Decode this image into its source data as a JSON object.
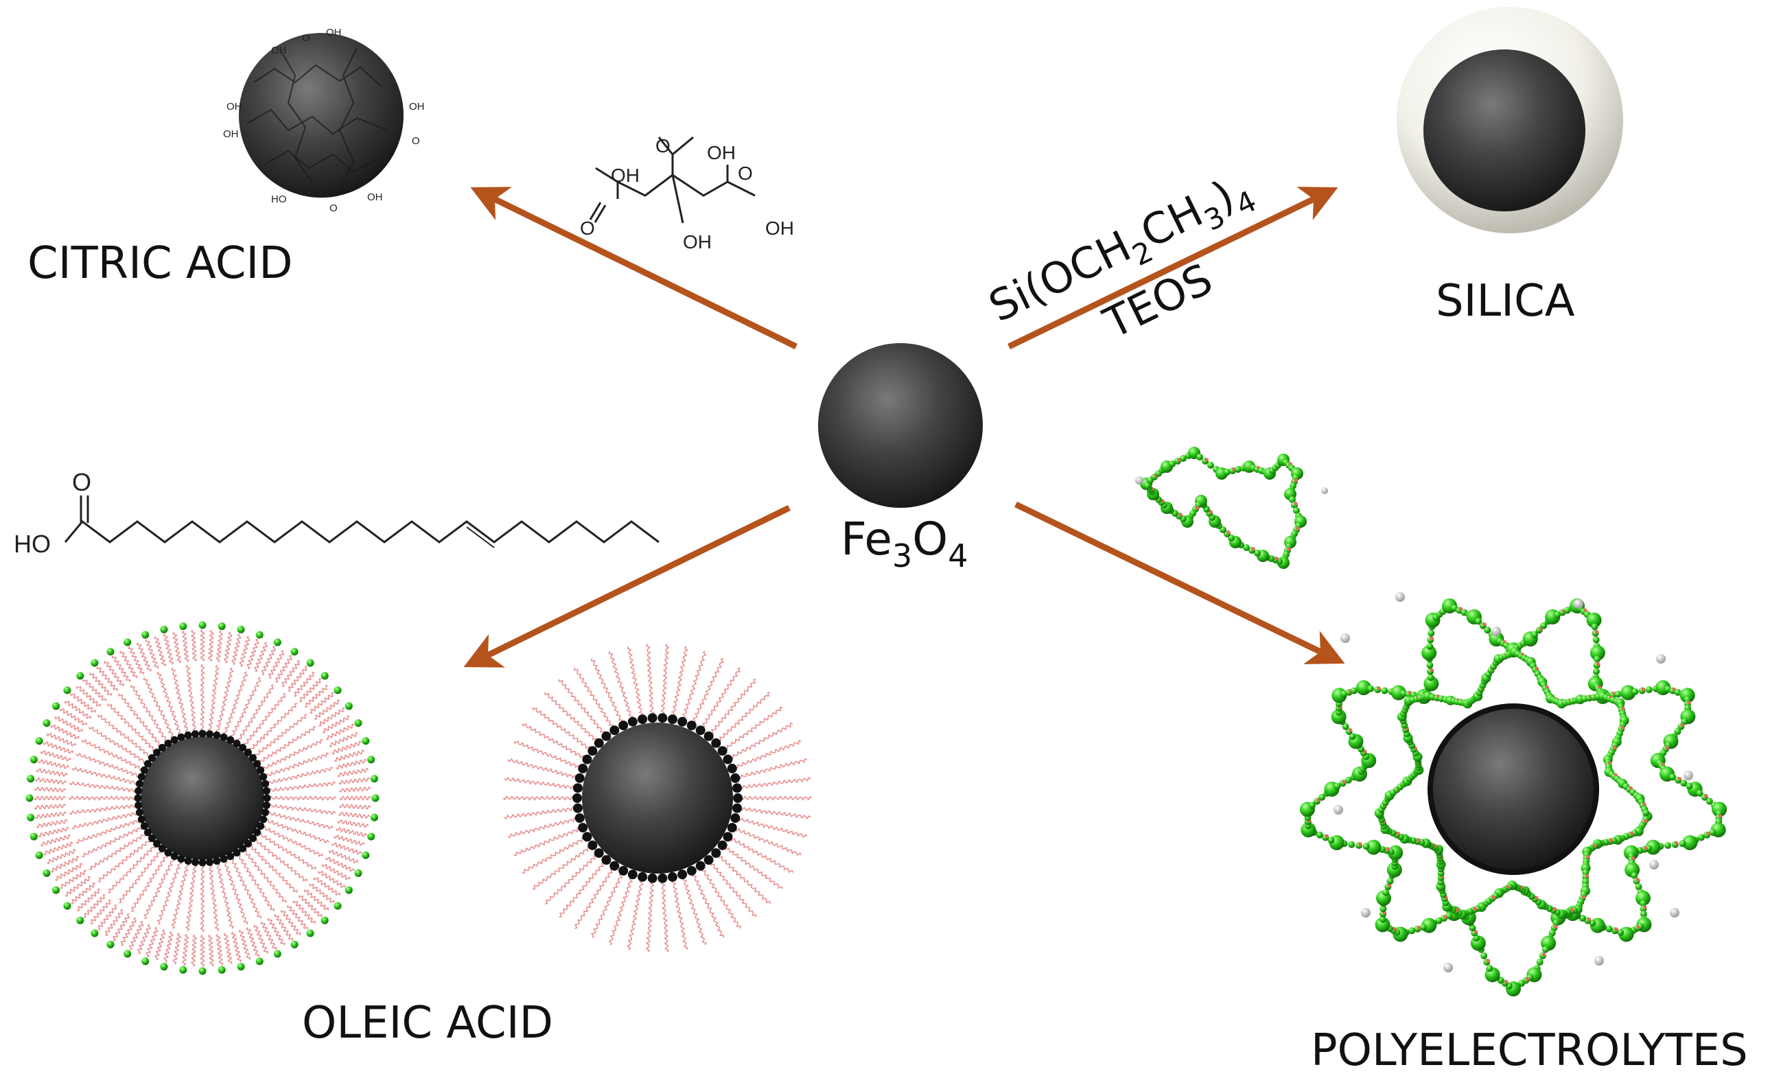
{
  "center": {
    "formula": "Fe",
    "sub1": "3",
    "mid": "O",
    "sub2": "4"
  },
  "labels": {
    "citric_acid": "CITRIC ACID",
    "silica": "SILICA",
    "oleic_acid": "OLEIC ACID",
    "polyelectrolytes": "POLYELECTROLYTES"
  },
  "teos": {
    "formula_a": "Si(OCH",
    "sub_a": "2",
    "formula_b": "CH",
    "sub_b": "3",
    "formula_c": ")",
    "sub_c": "4",
    "name": "TEOS"
  },
  "citric_structure": {
    "oh1": "OH",
    "oh2": "OH",
    "oh3": "OH",
    "oh4": "OH",
    "o1": "O",
    "o2": "O",
    "o3": "O"
  },
  "oleic_structure": {
    "ho": "HO",
    "o": "O"
  },
  "colors": {
    "arrow": "#b5531c",
    "particle": "#3c3c3c",
    "polymer_green": "#33cc22",
    "chain_red": "#e27a7a",
    "silica_shell": "#e8e6dd"
  }
}
